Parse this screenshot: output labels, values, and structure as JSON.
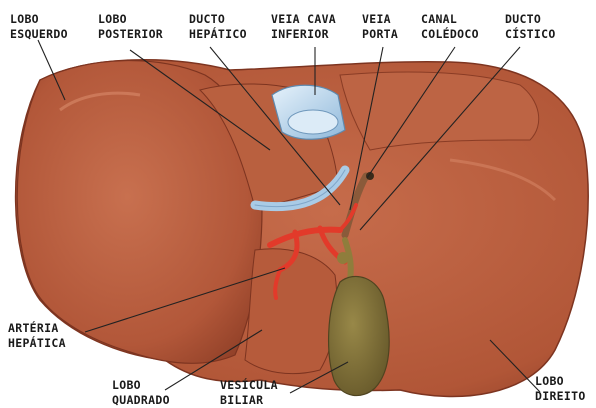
{
  "labels": {
    "lobo_esquerdo": [
      "LOBO",
      "ESQUERDO"
    ],
    "lobo_posterior": [
      "LOBO",
      "POSTERIOR"
    ],
    "ducto_hepatico": [
      "DUCTO",
      "HEPÁTICO"
    ],
    "veia_cava_inferior": [
      "VEIA CAVA",
      "INFERIOR"
    ],
    "veia_porta": [
      "VEIA",
      "PORTA"
    ],
    "canal_coledoco": [
      "CANAL",
      "COLÉDOCO"
    ],
    "ducto_cistico": [
      "DUCTO",
      "CÍSTICO"
    ],
    "arteria_hepatica": [
      "ARTÉRIA",
      "HEPÁTICA"
    ],
    "lobo_quadrado": [
      "LOBO",
      "QUADRADO"
    ],
    "vesicula_biliar": [
      "VESÍCULA",
      "BILIAR"
    ],
    "lobo_direito": [
      "LOBO",
      "DIREITO"
    ]
  },
  "colors": {
    "liver": "#b65a3c",
    "liver_dark": "#8e3f28",
    "liver_light": "#cd7656",
    "vena_cava": "#bcd9ef",
    "hepatic_duct": "#a9cbe6",
    "artery": "#e23a2a",
    "gallbladder": "#7f7034",
    "leader": "#222222"
  }
}
